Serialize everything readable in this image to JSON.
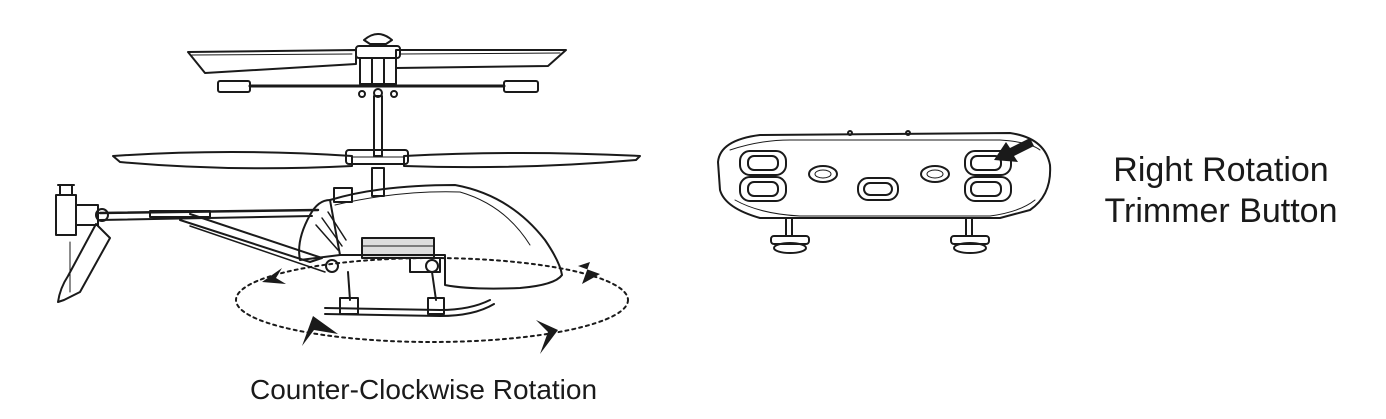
{
  "captions": {
    "rotation": "Counter-Clockwise Rotation",
    "trimmer_line1": "Right Rotation",
    "trimmer_line2": "Trimmer Button"
  },
  "colors": {
    "ink": "#1a1a1a",
    "background": "#ffffff"
  },
  "icons": {
    "direction_arrows": "arrowhead-icon",
    "pointer": "pointer-arrow-icon"
  }
}
